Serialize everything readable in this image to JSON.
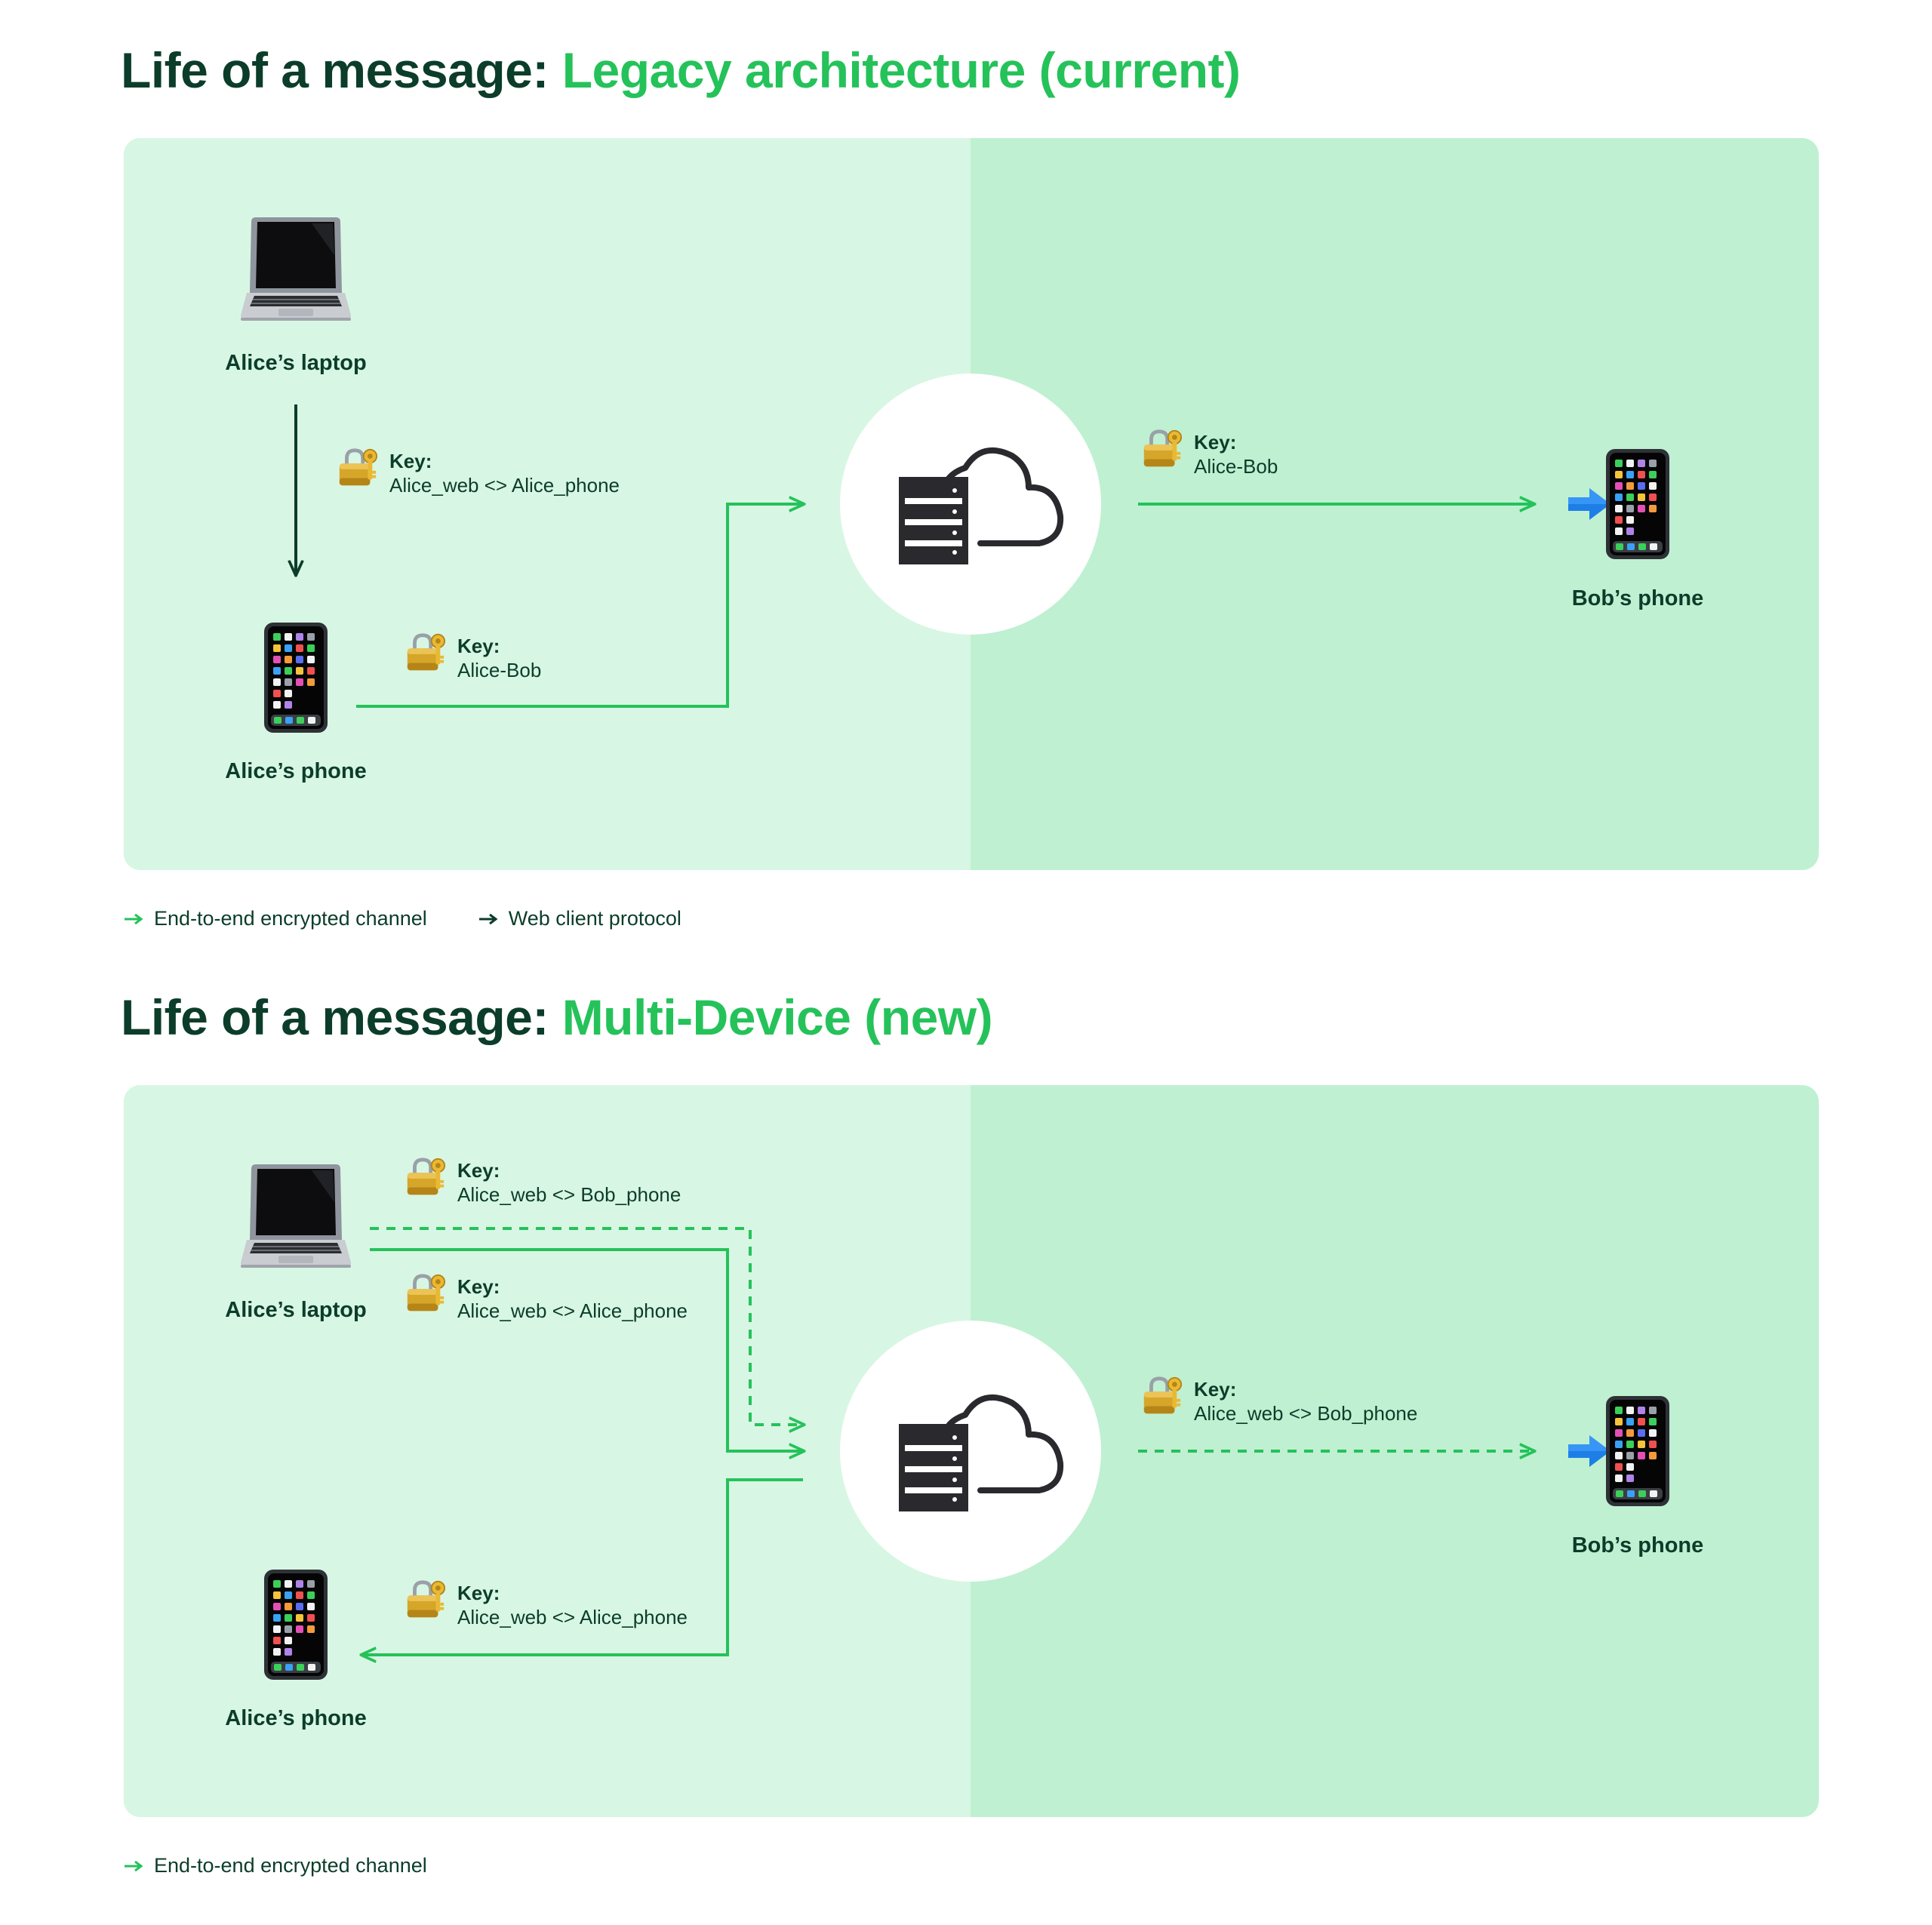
{
  "colors": {
    "accent": "#25c25a",
    "dark": "#0b3d2a",
    "panel_left": "#d8f6e4",
    "panel_right": "#bff0d2"
  },
  "sections": [
    {
      "title_prefix": "Life of a message: ",
      "title_accent": "Legacy architecture (current)",
      "devices": {
        "alice_laptop": "Alice’s laptop",
        "alice_phone": "Alice’s phone",
        "bob_phone": "Bob’s phone"
      },
      "keys": [
        {
          "heading": "Key:",
          "value": "Alice_web <> Alice_phone",
          "icon": "lock-key-icon"
        },
        {
          "heading": "Key:",
          "value": "Alice-Bob",
          "icon": "lock-key-icon"
        },
        {
          "heading": "Key:",
          "value": "Alice-Bob",
          "icon": "lock-key-icon"
        }
      ],
      "legend": [
        {
          "label": "End-to-end encrypted channel",
          "color": "#25c25a"
        },
        {
          "label": "Web client protocol",
          "color": "#0b3d2a"
        }
      ]
    },
    {
      "title_prefix": "Life of a message: ",
      "title_accent": "Multi-Device (new)",
      "devices": {
        "alice_laptop": "Alice’s laptop",
        "alice_phone": "Alice’s phone",
        "bob_phone": "Bob’s phone"
      },
      "keys": [
        {
          "heading": "Key:",
          "value": "Alice_web <> Bob_phone",
          "icon": "lock-key-icon"
        },
        {
          "heading": "Key:",
          "value": "Alice_web <> Alice_phone",
          "icon": "lock-key-icon"
        },
        {
          "heading": "Key:",
          "value": "Alice_web <> Alice_phone",
          "icon": "lock-key-icon"
        },
        {
          "heading": "Key:",
          "value": "Alice_web <> Bob_phone",
          "icon": "lock-key-icon"
        }
      ],
      "legend": [
        {
          "label": "End-to-end encrypted channel",
          "color": "#25c25a"
        }
      ]
    }
  ]
}
